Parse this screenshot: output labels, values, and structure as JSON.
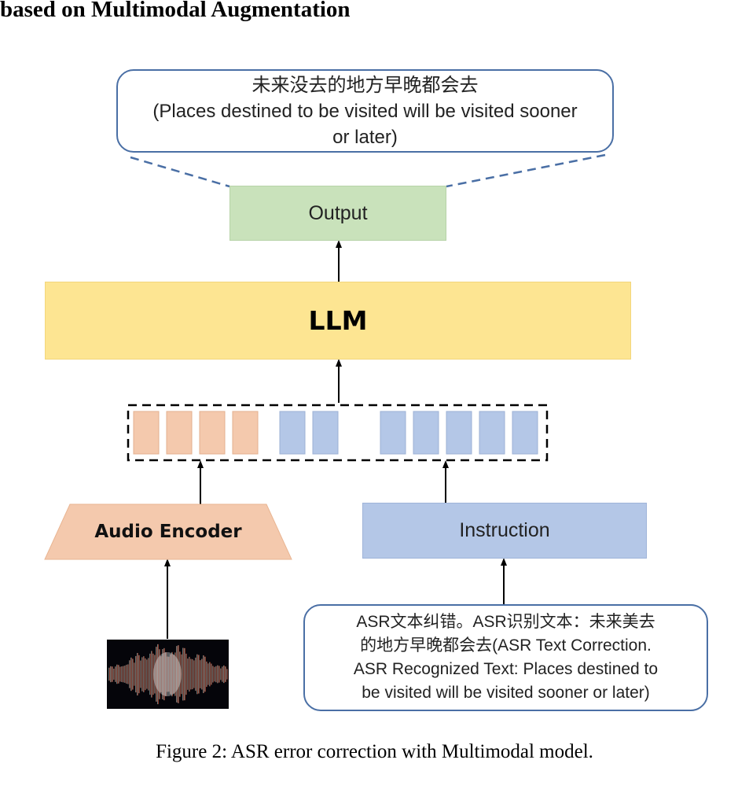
{
  "page": {
    "heading": "based on Multimodal Augmentation",
    "caption": "Figure 2: ASR error correction with Multimodal model."
  },
  "output_bubble": {
    "line1": "未来没去的地方早晚都会去",
    "line2": "(Places destined to be visited will be visited sooner",
    "line3": "or later)"
  },
  "output_box": {
    "label": "Output",
    "color": "#c9e2bb"
  },
  "llm": {
    "label": "LLM",
    "color": "#fde592"
  },
  "token_sequence": {
    "audio_token_count": 4,
    "text_token_count": 7,
    "audio_token_color": "#f4c9ad",
    "text_token_color": "#b4c7e7"
  },
  "audio_encoder": {
    "label": "Audio Encoder",
    "color": "#f4c9ad"
  },
  "instruction": {
    "label": "Instruction",
    "color": "#b4c7e7"
  },
  "audio_input": {
    "icon": "audio-waveform-icon"
  },
  "input_bubble": {
    "line1": "ASR文本纠错。ASR识别文本：未来美去",
    "line2": "的地方早晚都会去(ASR Text Correction.",
    "line3": "ASR Recognized Text: Places destined to",
    "line4": "be visited will be visited sooner or later)"
  }
}
